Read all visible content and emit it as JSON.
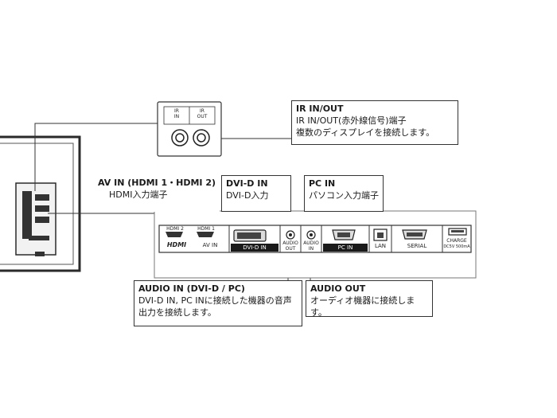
{
  "ir_panel": {
    "in_label": "IR\nIN",
    "out_label": "IR\nOUT"
  },
  "callouts": {
    "ir": {
      "title": "IR IN/OUT",
      "line1": "IR IN/OUT(赤外線信号)端子",
      "line2": "複数のディスプレイを接続します。"
    },
    "avin": {
      "title": "AV IN (HDMI 1・HDMI 2)",
      "line1": "HDMI入力端子"
    },
    "dvid": {
      "title": "DVI-D IN",
      "line1": "DVI-D入力"
    },
    "pcin": {
      "title": "PC IN",
      "line1": "パソコン入力端子"
    },
    "audio_in": {
      "title": "AUDIO IN (DVI-D / PC)",
      "line1": "DVI-D IN, PC INに接続した機器の音声",
      "line2": "出力を接続します。"
    },
    "audio_out": {
      "title": "AUDIO OUT",
      "line1": "オーディオ機器に接続します。"
    }
  },
  "panel_labels": {
    "hdmi2": "HDMI 2",
    "hdmi1": "HDMI 1",
    "hdmi_logo": "HDMI",
    "av_in": "AV IN",
    "dvi_d_in": "DVI-D IN",
    "audio_out": "AUDIO\nOUT",
    "audio_in": "AUDIO\nIN",
    "pc_in": "PC IN",
    "lan": "LAN",
    "serial": "SERIAL",
    "charge": "CHARGE",
    "charge_spec": "DC5V 500mA"
  },
  "colors": {
    "line": "#333333",
    "device": "#2a2a2a",
    "panel_bar": "#1a1a1a"
  }
}
